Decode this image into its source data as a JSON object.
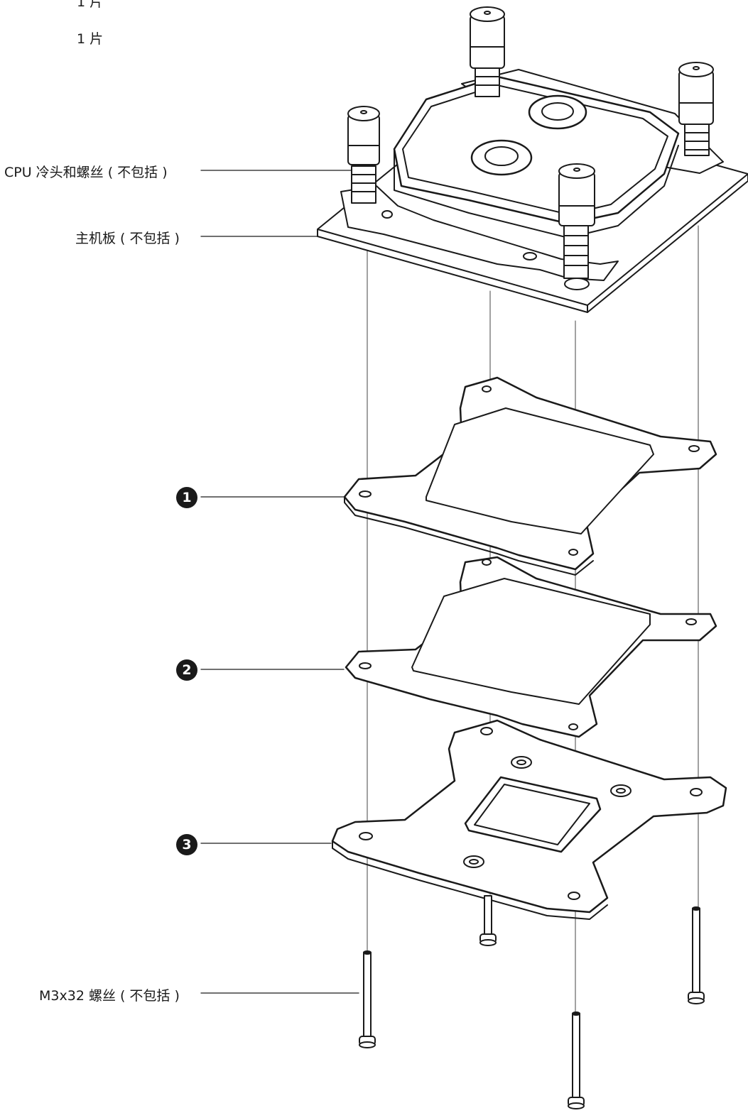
{
  "quantities": [
    "1 片",
    "1 片"
  ],
  "labels": {
    "cpu_block": "CPU 冷头和螺丝 ( 不包括 )",
    "motherboard": "主机板 ( 不包括 )",
    "screws": "M3x32 螺丝 ( 不包括 )"
  },
  "callouts": [
    "1",
    "2",
    "3"
  ],
  "colors": {
    "line": "#1a1a1a",
    "guide": "#555555",
    "fill": "#ffffff",
    "shade": "#e9e9e9"
  }
}
